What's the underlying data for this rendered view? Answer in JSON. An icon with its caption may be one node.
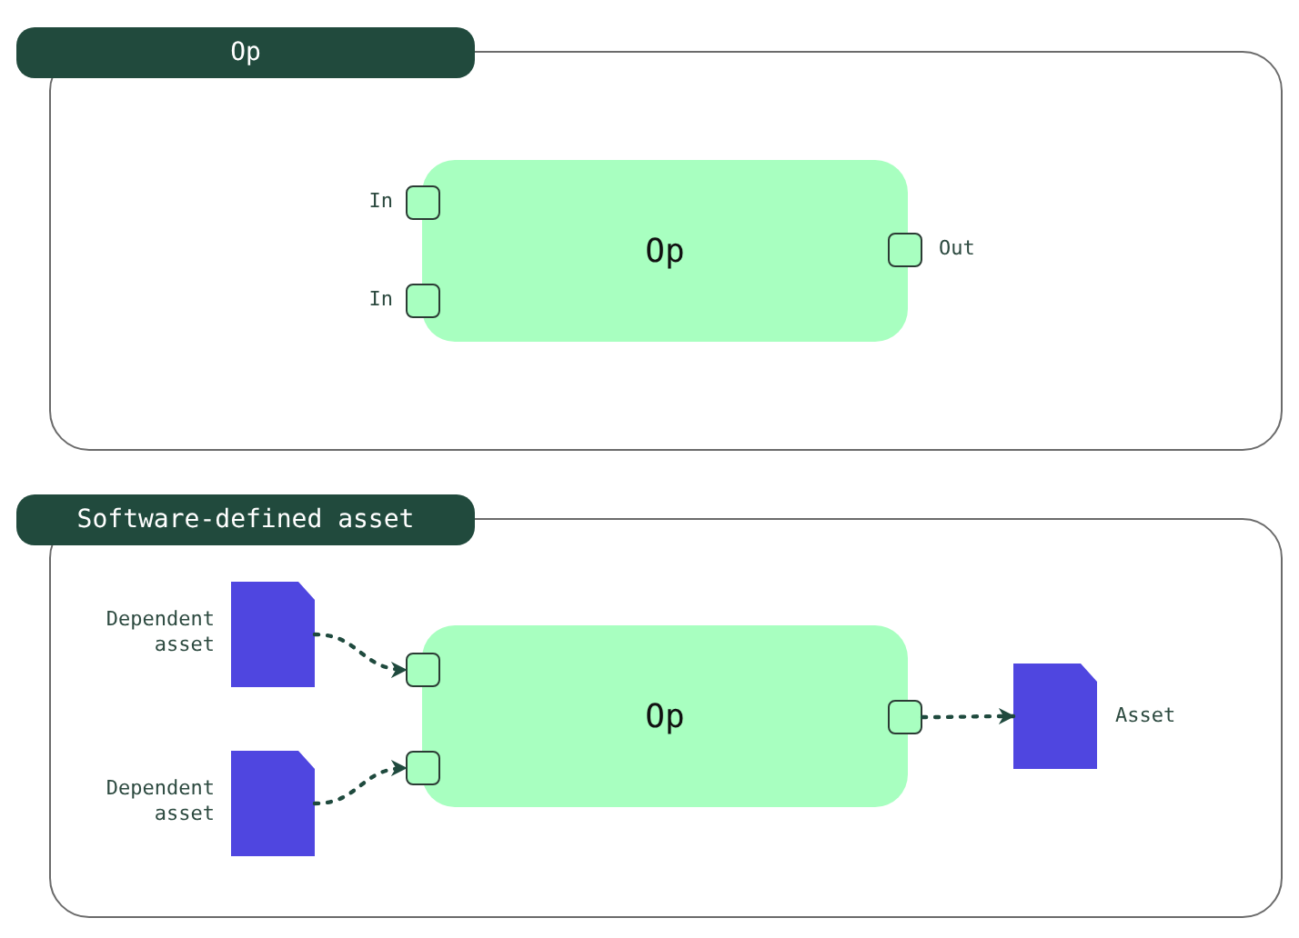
{
  "diagram": {
    "nodes": [
      {
        "text": [
          "Op"
        ]
      },
      {
        "text": [
          "Op"
        ],
        "in": 0
      },
      {
        "text": [],
        "shape": "box",
        "beside": [
          "In"
        ],
        "in": 0
      },
      {
        "text": [],
        "shape": "box",
        "beside": [
          "In"
        ],
        "in": 0
      },
      {
        "text": [],
        "shape": "box",
        "beside": [
          "Out"
        ],
        "in": 0
      },
      {
        "text": [
          "Software-defined asset"
        ]
      },
      {
        "text": [],
        "shape": "document",
        "beside": [
          "Dependent asset"
        ],
        "in": 5
      },
      {
        "text": [],
        "shape": "document",
        "beside": [
          "Dependent asset"
        ],
        "in": 5
      },
      {
        "text": [
          "Op"
        ],
        "in": 5
      },
      {
        "text": [],
        "shape": "box",
        "in": 5
      },
      {
        "text": [],
        "shape": "box",
        "in": 5
      },
      {
        "text": [],
        "shape": "box",
        "in": 5
      },
      {
        "text": [],
        "shape": "document",
        "beside": [
          "Asset"
        ],
        "in": 5
      }
    ],
    "edges": [
      {
        "from": 6,
        "to": 9,
        "arrow": "to"
      },
      {
        "from": 7,
        "to": 10,
        "arrow": "to"
      },
      {
        "from": 11,
        "to": 12,
        "arrow": "to"
      }
    ]
  }
}
